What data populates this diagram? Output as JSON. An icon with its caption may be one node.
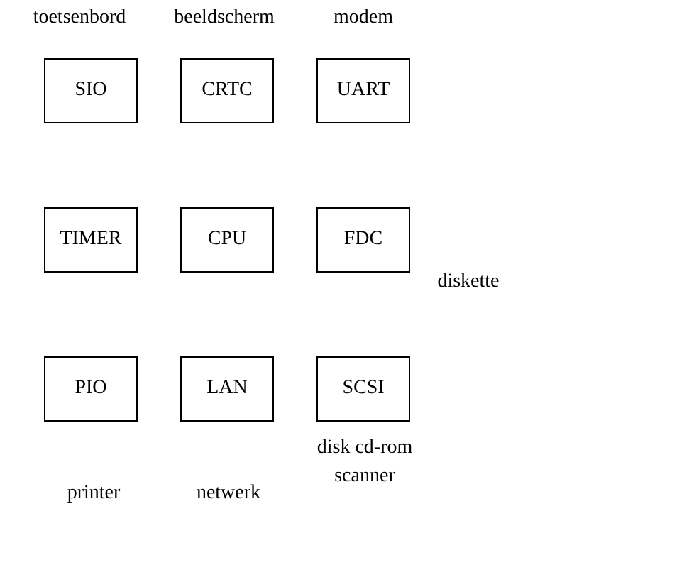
{
  "diagram": {
    "nodes": [
      {
        "text": [
          "SIO"
        ],
        "beside": [
          "toetsenbord"
        ]
      },
      {
        "text": [
          "CRTC"
        ],
        "beside": [
          "beeldscherm"
        ]
      },
      {
        "text": [
          "UART"
        ],
        "beside": [
          "modem"
        ]
      },
      {
        "text": [
          "TIMER"
        ]
      },
      {
        "text": [
          "CPU"
        ]
      },
      {
        "text": [
          "FDC"
        ],
        "beside": [
          "diskette"
        ]
      },
      {
        "text": [
          "PIO"
        ],
        "beside": [
          "printer"
        ]
      },
      {
        "text": [
          "LAN"
        ],
        "beside": [
          "netwerk"
        ]
      },
      {
        "text": [
          "SCSI"
        ],
        "beside": [
          "disk cd-rom scanner"
        ]
      }
    ]
  }
}
